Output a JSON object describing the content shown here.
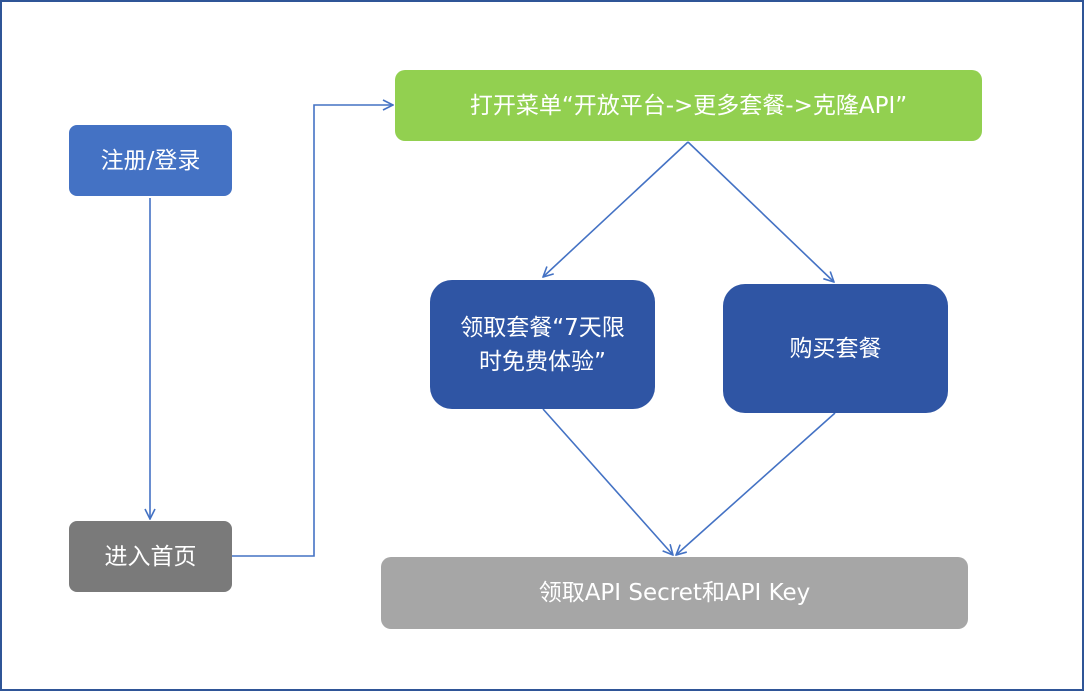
{
  "diagram": {
    "nodes": {
      "register": "注册/登录",
      "home": "进入首页",
      "menu": "打开菜单“开放平台->更多套餐->克隆API”",
      "trial": "领取套餐“7天限时免费体验”",
      "buy": "购买套餐",
      "receive": "领取API Secret和API Key"
    },
    "edges": [
      {
        "from": "register",
        "to": "home"
      },
      {
        "from": "home",
        "to": "menu"
      },
      {
        "from": "menu",
        "to": "trial"
      },
      {
        "from": "menu",
        "to": "buy"
      },
      {
        "from": "trial",
        "to": "receive"
      },
      {
        "from": "buy",
        "to": "receive"
      }
    ],
    "colors": {
      "frame": "#2f5597",
      "connector": "#4472c4",
      "register": "#4472c4",
      "home": "#7a7a7a",
      "menu": "#92d050",
      "option": "#2f55a4",
      "receive": "#a6a6a6"
    }
  }
}
